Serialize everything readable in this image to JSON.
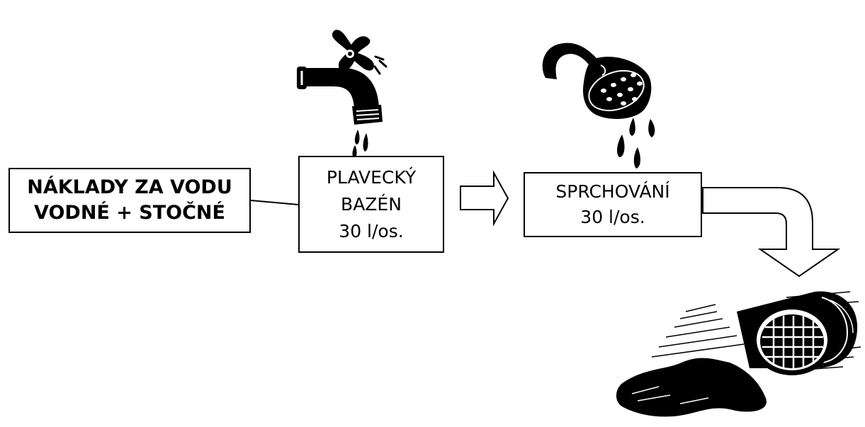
{
  "boxes": {
    "costs": {
      "line1": "NÁKLADY ZA VODU",
      "line2": "VODNÉ + STOČNÉ"
    },
    "pool": {
      "line1": "PLAVECKÝ",
      "line2": "BAZÉN",
      "line3": "30 l/os."
    },
    "shower": {
      "line1": "SPRCHOVÁNÍ",
      "line2": "30 l/os."
    }
  },
  "icons": [
    "water-tap-icon",
    "shower-head-icon",
    "drain-pipe-icon"
  ],
  "colors": {
    "stroke": "#000000",
    "fill": "#ffffff"
  }
}
